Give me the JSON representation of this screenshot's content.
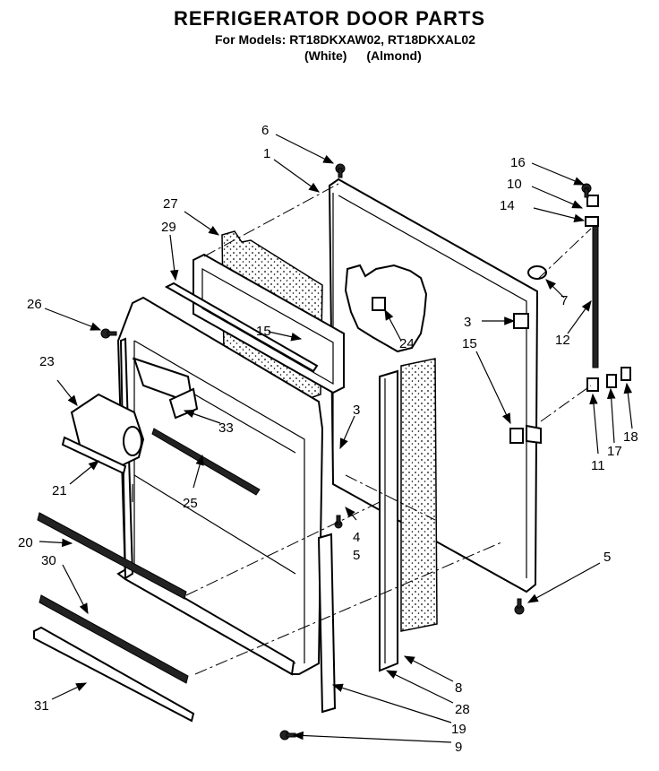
{
  "title": "REFRIGERATOR DOOR PARTS",
  "models_line": "For Models: RT18DKXAW02, RT18DKXAL02",
  "variant_white": "(White)",
  "variant_almond": "(Almond)",
  "callouts": [
    "6",
    "1",
    "27",
    "29",
    "26",
    "15",
    "23",
    "33",
    "25",
    "21",
    "20",
    "30",
    "31",
    "3",
    "4",
    "5",
    "24",
    "16",
    "10",
    "14",
    "7",
    "12",
    "3",
    "15",
    "11",
    "17",
    "18",
    "5",
    "8",
    "28",
    "19",
    "9"
  ]
}
